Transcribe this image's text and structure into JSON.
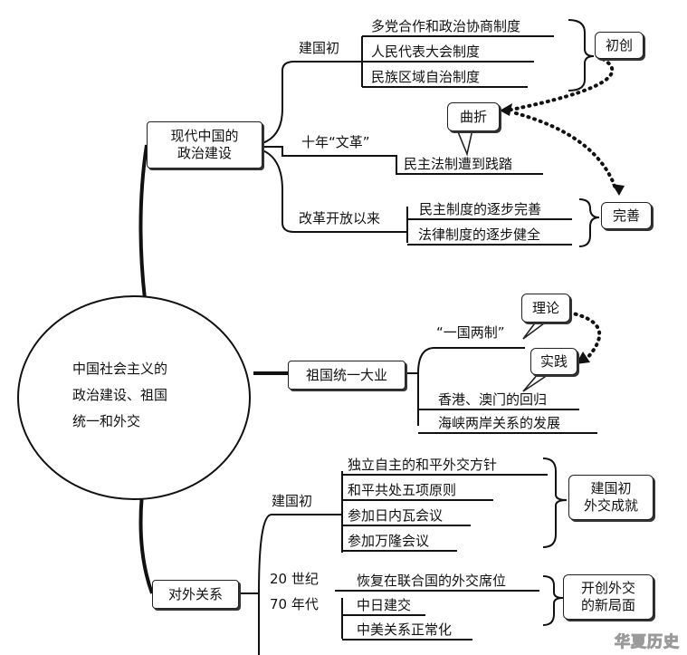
{
  "center": {
    "line1": "中国社会主义的",
    "line2": "政治建设、祖国",
    "line3": "统一和外交"
  },
  "branch1": {
    "title_line1": "现代中国的",
    "title_line2": "政治建设",
    "sub1": {
      "label": "建国初",
      "items": [
        "多党合作和政治协商制度",
        "人民代表大会制度",
        "民族区域自治制度"
      ],
      "tag": "初创"
    },
    "sub2": {
      "label": "十年“文革”",
      "items": [
        "民主法制遭到践踏"
      ],
      "tag": "曲折"
    },
    "sub3": {
      "label": "改革开放以来",
      "items": [
        "民主制度的逐步完善",
        "法律制度的逐步健全"
      ],
      "tag": "完善"
    }
  },
  "branch2": {
    "title": "祖国统一大业",
    "sub1": {
      "label": "“一国两制”",
      "tag": "理论"
    },
    "sub2": {
      "tag": "实践",
      "items": [
        "香港、澳门的回归",
        "海峡两岸关系的发展"
      ]
    }
  },
  "branch3": {
    "title": "对外关系",
    "sub1": {
      "label": "建国初",
      "items": [
        "独立自主的和平外交方针",
        "和平共处五项原则",
        "参加日内瓦会议",
        "参加万隆会议"
      ],
      "tag_line1": "建国初",
      "tag_line2": "外交成就"
    },
    "sub2": {
      "label_line1": "20 世纪",
      "label_line2": "70 年代",
      "items": [
        "恢复在联合国的外交席位",
        "中日建交",
        "中美关系正常化"
      ],
      "tag_line1": "开创外交",
      "tag_line2": "的新局面"
    }
  },
  "watermark": "华夏历史"
}
